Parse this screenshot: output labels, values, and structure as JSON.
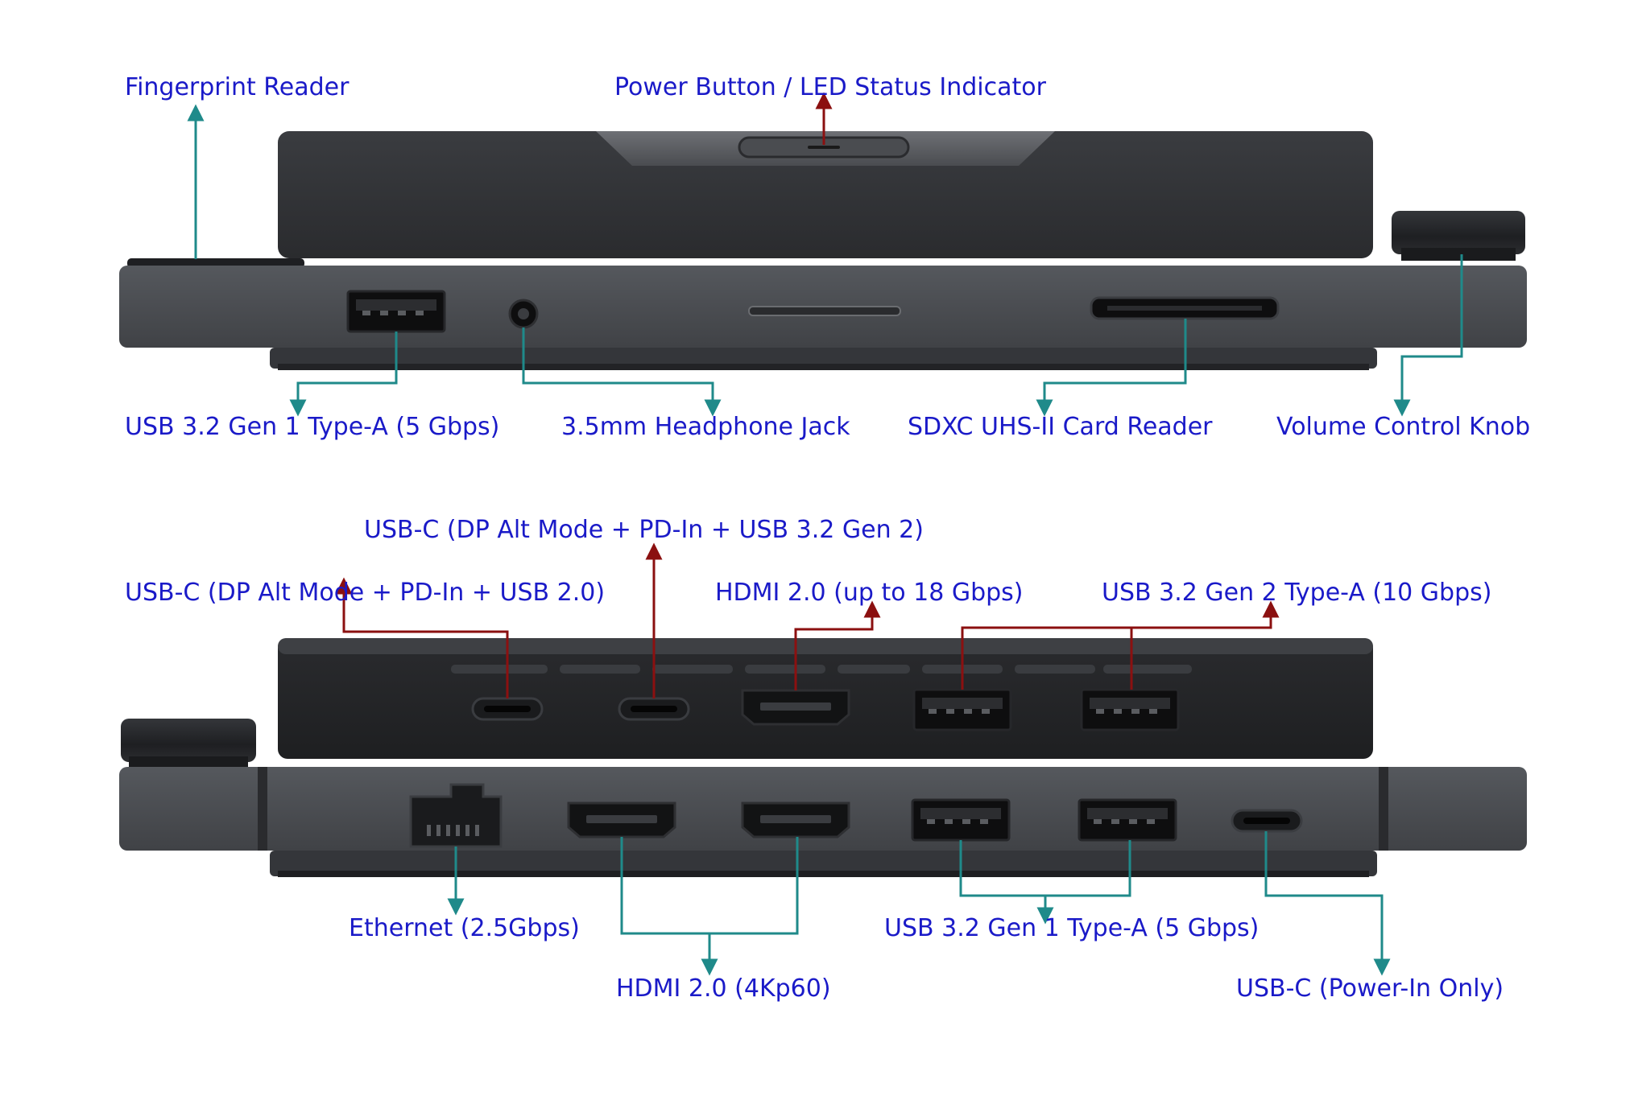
{
  "colors": {
    "label_text": "#1a1ac8",
    "leader_teal": "#1f8a8a",
    "leader_red": "#8b1010",
    "device_dark": "#2b2c2f",
    "device_mid": "#4a4c50",
    "device_light": "#5e6166",
    "port_black": "#0e0e0f",
    "background": "#ffffff"
  },
  "views": {
    "front": {
      "labels": {
        "fingerprint": "Fingerprint Reader",
        "power": "Power Button / LED Status Indicator",
        "usb_a_front": "USB 3.2 Gen 1 Type-A (5 Gbps)",
        "headphone": "3.5mm Headphone Jack",
        "sdxc": "SDXC UHS-II Card Reader",
        "volume": "Volume Control Knob"
      }
    },
    "rear": {
      "labels": {
        "usbc_dp_gen2": "USB-C (DP Alt Mode + PD-In + USB 3.2 Gen 2)",
        "usbc_dp_usb2": "USB-C (DP Alt Mode + PD-In + USB 2.0)",
        "hdmi_18": "HDMI 2.0 (up to 18 Gbps)",
        "usb_gen2_a": "USB 3.2 Gen 2 Type-A (10 Gbps)",
        "ethernet": "Ethernet (2.5Gbps)",
        "hdmi_4k": "HDMI 2.0 (4Kp60)",
        "usb_gen1_a_rear": "USB 3.2 Gen 1 Type-A (5 Gbps)",
        "usbc_power": "USB-C (Power-In Only)"
      }
    }
  },
  "icons": [
    "usb-a-port-icon",
    "usb-c-port-icon",
    "hdmi-port-icon",
    "ethernet-port-icon",
    "audio-jack-icon",
    "sd-slot-icon",
    "knob-icon",
    "arrow-icon"
  ]
}
